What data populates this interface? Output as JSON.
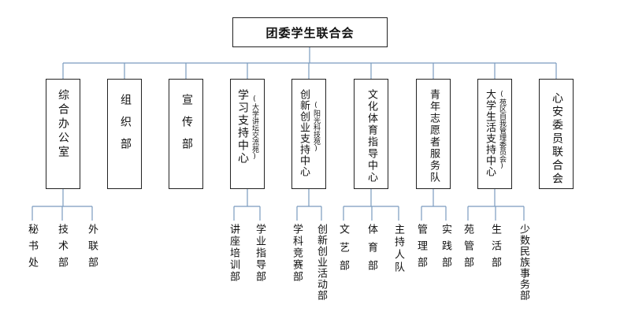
{
  "root": {
    "label": "团委学生联合会"
  },
  "departments": [
    {
      "id": "zonghe",
      "name": "综合办公室",
      "sub": "",
      "children": [
        "秘书处",
        "技术部",
        "外联部"
      ]
    },
    {
      "id": "zuzhi",
      "name": "组织部",
      "sub": "",
      "children": []
    },
    {
      "id": "xuanchuan",
      "name": "宣传部",
      "sub": "",
      "children": []
    },
    {
      "id": "xuexi",
      "name": "学习支持中心",
      "sub": "(大学讲坛交流苑)",
      "children": [
        "讲座培训部",
        "学业指导部"
      ]
    },
    {
      "id": "chuangxin",
      "name": "创新创业支持中心",
      "sub": "(阳光科技苑)",
      "children": [
        "学科竞赛部",
        "创新创业活动部"
      ]
    },
    {
      "id": "wenhua",
      "name": "文化体育指导中心",
      "sub": "",
      "children": [
        "文艺部",
        "体育部",
        "主持人队"
      ]
    },
    {
      "id": "qingnian",
      "name": "青年志愿者服务队",
      "sub": "",
      "children": [
        "管理部",
        "实践部"
      ]
    },
    {
      "id": "daxuesheng",
      "name": "大学生活支持中心",
      "sub": "(苑区自我管理委员会)",
      "children": [
        "苑管部",
        "生活部",
        "少数民族事务部"
      ]
    },
    {
      "id": "xinan",
      "name": "心安委员联合会",
      "sub": "",
      "children": []
    }
  ]
}
